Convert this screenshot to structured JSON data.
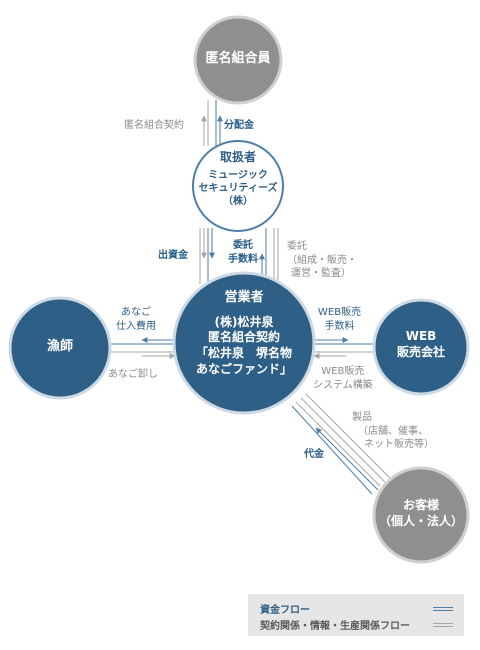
{
  "nodes": {
    "investors": {
      "line1": "匿名組合員"
    },
    "handler": {
      "title": "取扱者",
      "line1": "ミュージック",
      "line2": "セキュリティーズ",
      "line3": "（株）"
    },
    "operator": {
      "title": "営業者",
      "line1": "(株)松井泉",
      "line2": "匿名組合契約",
      "line3": "「松井泉　堺名物",
      "line4": "あなごファンド」"
    },
    "fisher": {
      "line1": "漁師"
    },
    "web": {
      "line1": "WEB",
      "line2": "販売会社"
    },
    "customer": {
      "line1": "お客様",
      "line2": "（個人・法人）"
    }
  },
  "edges": {
    "contract": "匿名組合契約",
    "distribution": "分配金",
    "investment": "出資金",
    "commission_1": "委託",
    "commission_2": "手数料",
    "entrust_1": "委託",
    "entrust_2": "（組成・販売・",
    "entrust_3": "運営・監査）",
    "anago_cost_1": "あなご",
    "anago_cost_2": "仕入費用",
    "anago_wholesale": "あなご卸し",
    "web_fee_1": "WEB販売",
    "web_fee_2": "手数料",
    "web_system_1": "WEB販売",
    "web_system_2": "システム構築",
    "products_1": "製品",
    "products_2": "（店舗、催事、",
    "products_3": "ネット販売等）",
    "payment": "代金"
  },
  "legend": {
    "money_flow": "資金フロー",
    "relation_flow": "契約関係・情報・生産関係フロー"
  },
  "colors": {
    "blue_node": "#2e5f86",
    "gray_node": "#8f8f8f",
    "money_line": "#4d7ea8",
    "relation_line": "#a6a6a6"
  }
}
